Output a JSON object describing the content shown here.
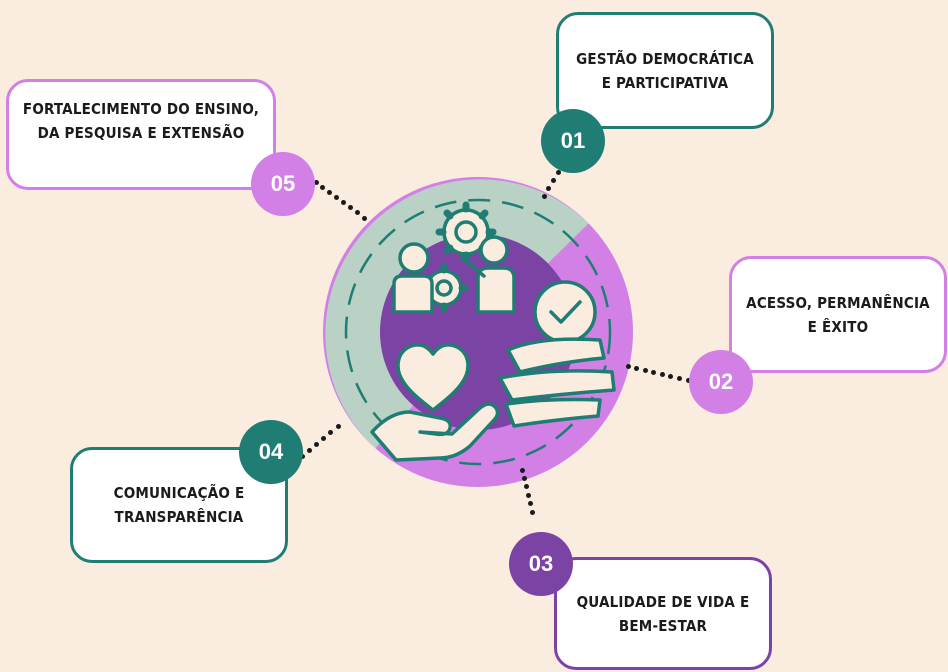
{
  "colors": {
    "background": "#fbece0",
    "teal": "#1f7d73",
    "violet": "#7a43a4",
    "pink": "#d27fe6",
    "sage": "#b9d2c5"
  },
  "center_icons": [
    "gears-icon",
    "presenter-icon",
    "heart-in-hand-icon",
    "checkmark-hands-icon"
  ],
  "items": [
    {
      "number": "01",
      "label": "GESTÃO DEMOCRÁTICA\nE PARTICIPATIVA",
      "color": "#1f7d73"
    },
    {
      "number": "02",
      "label": "ACESSO, PERMANÊNCIA\nE ÊXITO",
      "color": "#d27fe6"
    },
    {
      "number": "03",
      "label": "QUALIDADE DE VIDA E\nBEM-ESTAR",
      "color": "#7a43a4"
    },
    {
      "number": "04",
      "label": "COMUNICAÇÃO E\nTRANSPARÊNCIA",
      "color": "#1f7d73"
    },
    {
      "number": "05",
      "label": "FORTALECIMENTO DO ENSINO,\nDA PESQUISA E EXTENSÃO",
      "color": "#d27fe6"
    }
  ]
}
